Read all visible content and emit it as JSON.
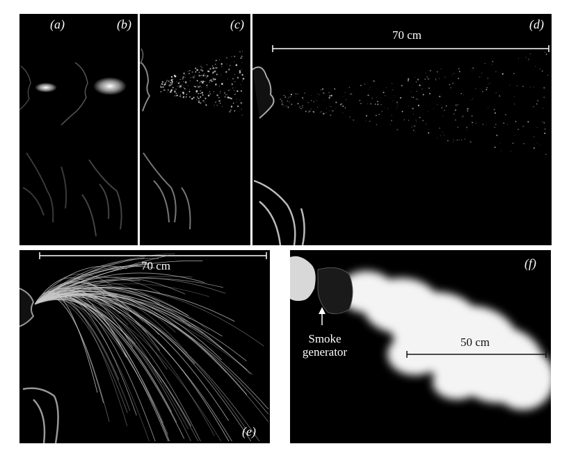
{
  "panels": {
    "a": {
      "label": "(a)"
    },
    "b": {
      "label": "(b)"
    },
    "c": {
      "label": "(c)"
    },
    "d": {
      "label": "(d)",
      "scale_label": "70 cm"
    },
    "e": {
      "label": "(e)",
      "scale_label": "70 cm"
    },
    "f": {
      "label": "(f)",
      "scale_label": "50 cm",
      "annotation_line1": "Smoke",
      "annotation_line2": "generator"
    }
  }
}
